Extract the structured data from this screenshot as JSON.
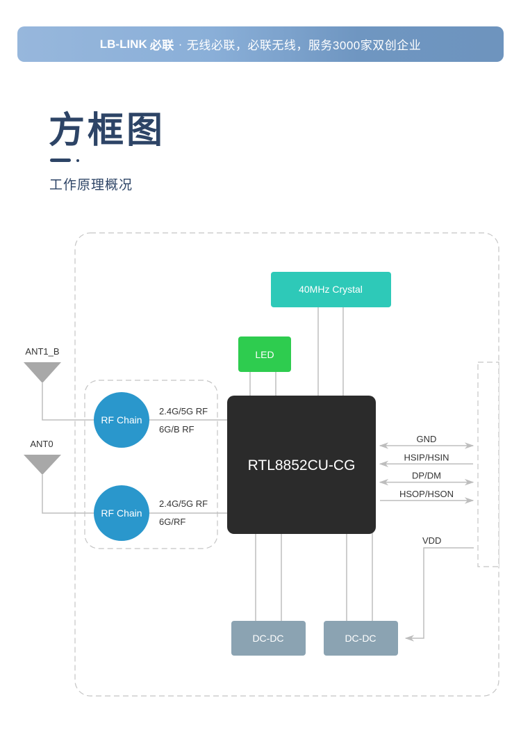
{
  "banner": {
    "logo": "LB-LINK",
    "brand": "必联",
    "separator": "·",
    "slogan": "无线必联，必联无线，服务3000家双创企业"
  },
  "header": {
    "title": "方框图",
    "subtitle": "工作原理概况"
  },
  "diagram": {
    "colors": {
      "crystal": "#2ec9b8",
      "led": "#2ecc4f",
      "chip": "#2b2b2b",
      "rf_chain": "#2a97cc",
      "dcdc": "#8ba3b2",
      "line": "#bdbdbd",
      "antenna": "#a8a8a8"
    },
    "crystal": {
      "label": "40MHz Crystal"
    },
    "led": {
      "label": "LED"
    },
    "chip": {
      "label": "RTL8852CU-CG"
    },
    "antennas": [
      {
        "label": "ANT1_B"
      },
      {
        "label": "ANT0"
      }
    ],
    "rf_chains": [
      {
        "label": "RF Chain",
        "signal_top": "2.4G/5G RF",
        "signal_bottom": "6G/B RF"
      },
      {
        "label": "RF Chain",
        "signal_top": "2.4G/5G RF",
        "signal_bottom": "6G/RF"
      }
    ],
    "interface_signals": [
      {
        "label": "GND",
        "direction": "both"
      },
      {
        "label": "HSIP/HSIN",
        "direction": "left"
      },
      {
        "label": "DP/DM",
        "direction": "both"
      },
      {
        "label": "HSOP/HSON",
        "direction": "right"
      }
    ],
    "power": {
      "label": "VDD"
    },
    "dcdc": [
      {
        "label": "DC-DC"
      },
      {
        "label": "DC-DC"
      }
    ]
  }
}
